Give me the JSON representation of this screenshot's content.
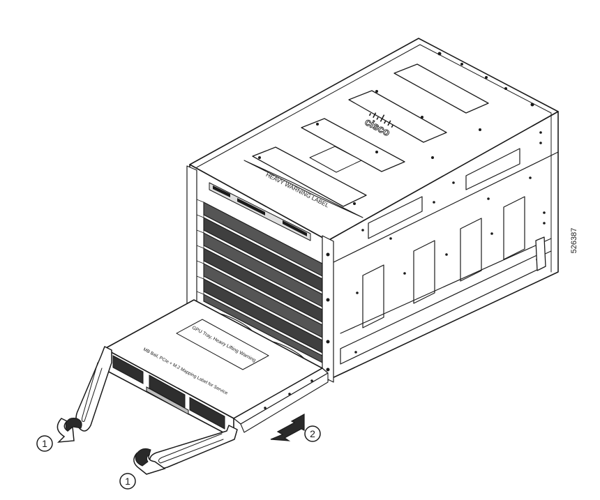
{
  "figure_id": "526387",
  "logo_text": "cisco",
  "labels": {
    "warning_label": "HEAVY WARNING LABEL",
    "tray_label": "GPU Tray, Heavy Lifting Warning",
    "front_label": "MB Bail, PCIe + M.2 Mapping Label for Service"
  },
  "callouts": [
    "1",
    "1",
    "2"
  ],
  "colors": {
    "ink": "#1a1a1a",
    "panel": "#ffffff",
    "shade": "#d9d9d9",
    "dark": "#3a3a3a"
  }
}
